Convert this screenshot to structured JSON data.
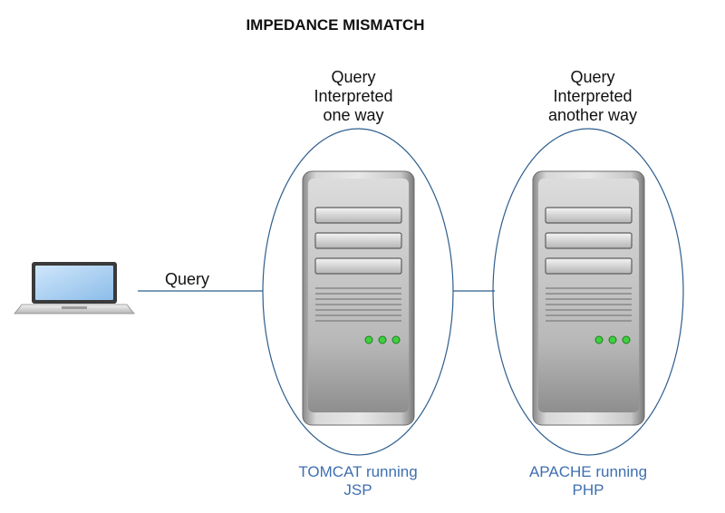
{
  "diagram": {
    "title": "IMPEDANCE MISMATCH",
    "client": {
      "icon": "laptop-icon",
      "link_label": "Query"
    },
    "servers": [
      {
        "icon": "server-tower-icon",
        "note_lines": [
          "Query",
          "Interpreted",
          "one way"
        ],
        "caption_lines": [
          "TOMCAT running",
          "JSP"
        ]
      },
      {
        "icon": "server-tower-icon",
        "note_lines": [
          "Query",
          "Interpreted",
          "another way"
        ],
        "caption_lines": [
          "APACHE running",
          "PHP"
        ]
      }
    ],
    "colors": {
      "ellipse_stroke": "#2e5e8e",
      "connector": "#2e5e8e",
      "caption_text": "#3f6fb0",
      "status_led": "#3fcf3f"
    }
  }
}
